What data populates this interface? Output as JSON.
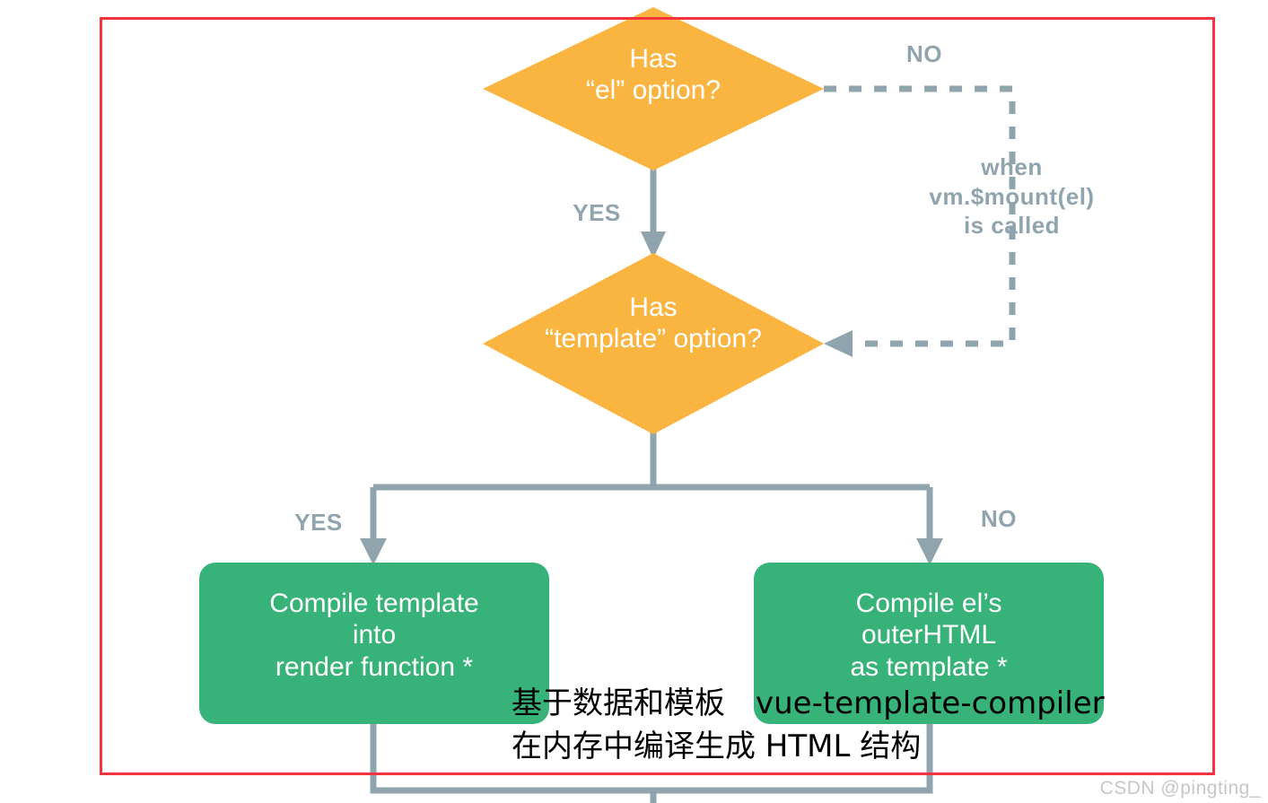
{
  "diagram": {
    "type": "flowchart",
    "title_text": "",
    "colors": {
      "decision_fill": "#f9b540",
      "process_fill": "#37b279",
      "connector": "#90a4ae",
      "label_text": "#90a4ae",
      "node_text": "#ffffff",
      "annotation_frame": "#f5333f",
      "overlay_text": "#000000",
      "watermark_text": "#c7c7c7",
      "background": "#ffffff"
    },
    "nodes": [
      {
        "id": "has-el-option",
        "shape": "diamond",
        "label": "Has\n“el” option?"
      },
      {
        "id": "has-template-option",
        "shape": "diamond",
        "label": "Has\n“template” option?"
      },
      {
        "id": "compile-template",
        "shape": "rounded-rect",
        "label": "Compile template\ninto\nrender function *"
      },
      {
        "id": "compile-outerhtml",
        "shape": "rounded-rect",
        "label": "Compile el’s\nouterHTML\nas template *"
      }
    ],
    "edge_labels": [
      {
        "id": "no-from-el",
        "text": "NO"
      },
      {
        "id": "yes-from-el",
        "text": "YES"
      },
      {
        "id": "yes-from-template",
        "text": "YES"
      },
      {
        "id": "no-from-template",
        "text": "NO"
      }
    ],
    "annotations": [
      {
        "id": "mount-note",
        "text": "when\nvm.$mount(el)\nis called"
      }
    ]
  },
  "overlay": {
    "note_line_1": "基于数据和模板",
    "compiler_name": "vue-template-compiler",
    "note_line_2": "在内存中编译生成 HTML 结构"
  },
  "footer": {
    "watermark": "CSDN @pingting_"
  }
}
